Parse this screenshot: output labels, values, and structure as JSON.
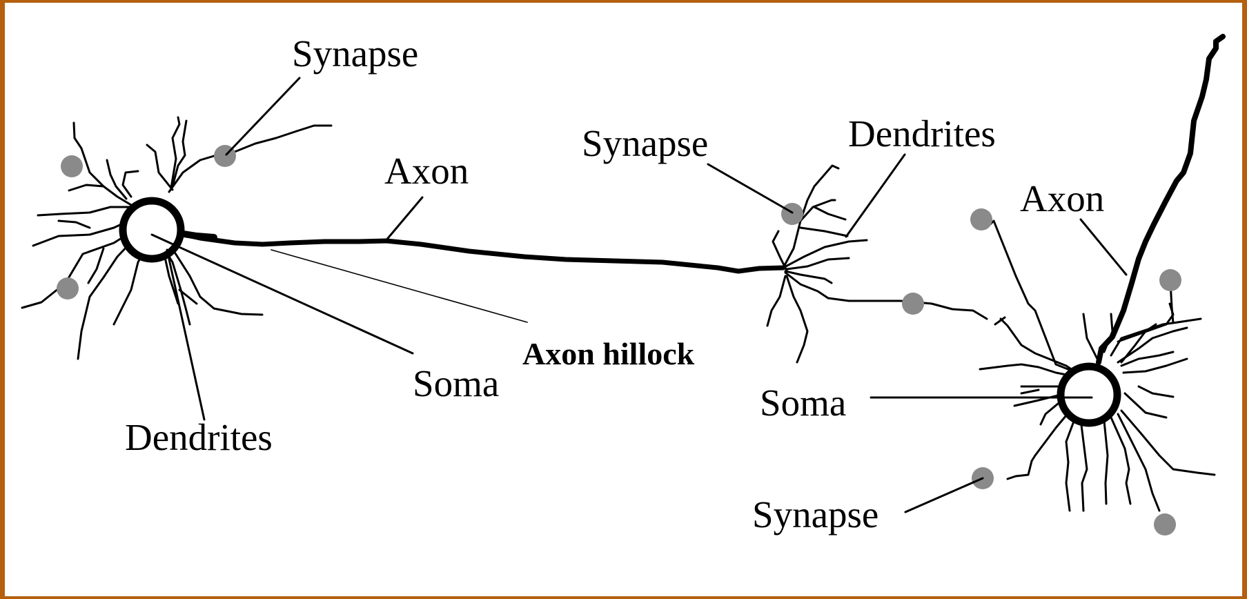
{
  "diagram": {
    "labels": {
      "synapse_top": "Synapse",
      "axon_left": "Axon",
      "soma_left": "Soma",
      "axon_hillock": "Axon hillock",
      "dendrites_left": "Dendrites",
      "synapse_mid": "Synapse",
      "dendrites_right": "Dendrites",
      "axon_right": "Axon",
      "soma_right": "Soma",
      "synapse_bottom": "Synapse"
    },
    "colors": {
      "frame": "#b4600f",
      "background": "#ffffff",
      "ink": "#000000",
      "synapse_dot": "#8a8a8a"
    }
  }
}
